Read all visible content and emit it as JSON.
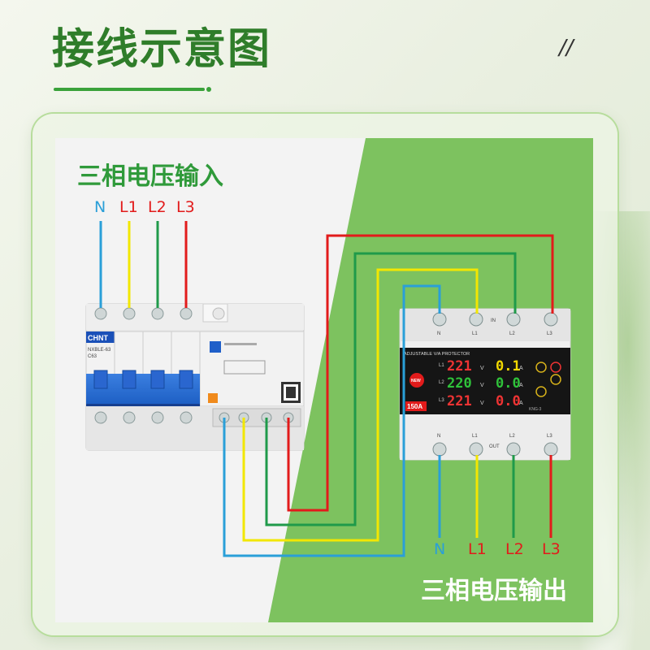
{
  "header": {
    "title": "接线示意图",
    "decoration": "//"
  },
  "input": {
    "title": "三相电压输入",
    "labels": [
      "N",
      "L1",
      "L2",
      "L3"
    ]
  },
  "output": {
    "title": "三相电压输出",
    "labels": [
      "N",
      "L1",
      "L2",
      "L3"
    ]
  },
  "wire_colors": {
    "N": "#2a9fd8",
    "L1": "#f2e700",
    "L2": "#1f9a4a",
    "L3": "#e21b1b"
  },
  "breaker": {
    "brand": "CHNT",
    "model": "NXBLE-63",
    "rating": "C63",
    "top_terminals": [
      "N",
      "L1",
      "L2",
      "L3"
    ]
  },
  "protector": {
    "header": "ADJUSTABLE V/A PROTECTOR",
    "rating_badge": "150A",
    "new_badge": "NEW",
    "in_label": "IN",
    "out_label": "OUT",
    "model": "KNG-3",
    "terminal_labels": [
      "N",
      "L1",
      "L2",
      "L3"
    ],
    "rows": [
      {
        "phase": "L1",
        "voltage": "221",
        "v_unit": "V",
        "current": "0.1",
        "a_unit": "A"
      },
      {
        "phase": "L2",
        "voltage": "220",
        "v_unit": "V",
        "current": "0.0",
        "a_unit": "A"
      },
      {
        "phase": "L3",
        "voltage": "221",
        "v_unit": "V",
        "current": "0.0",
        "a_unit": "A"
      }
    ]
  }
}
